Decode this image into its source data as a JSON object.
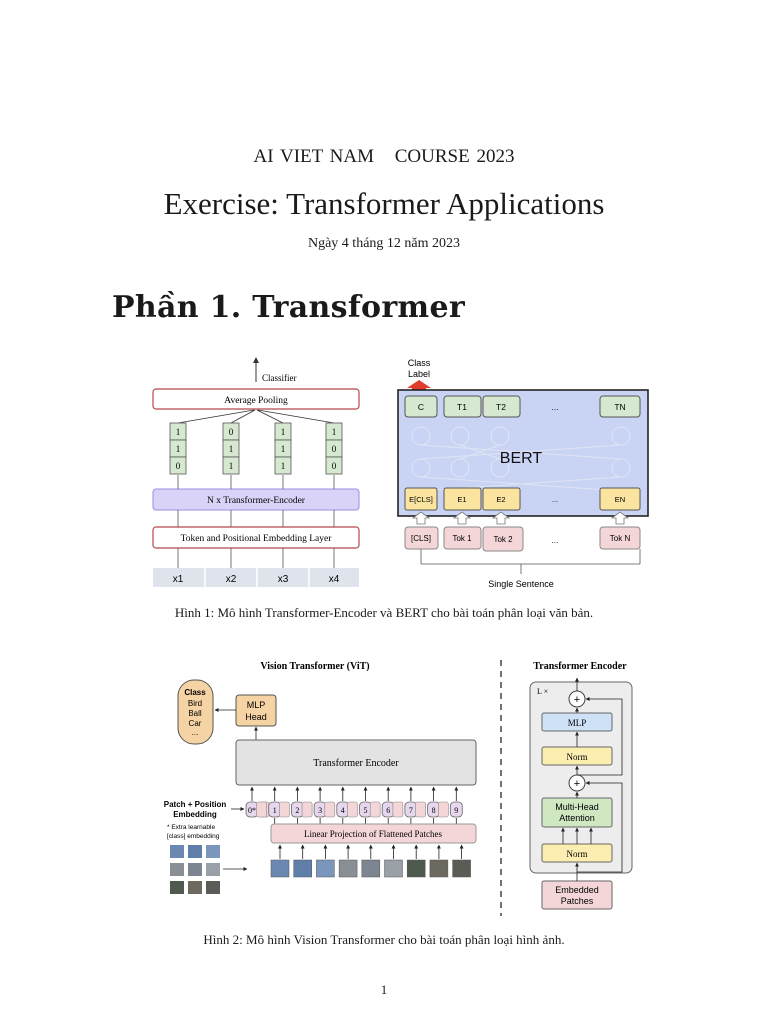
{
  "header": {
    "org": "AI VIET NAM",
    "course": "COURSE 2023",
    "title": "Exercise: Transformer Applications",
    "date": "Ngày 4 tháng 12 năm 2023"
  },
  "section": {
    "heading": "Phần 1. Transformer"
  },
  "figure1": {
    "left_panel": {
      "classifier_label": "Classifier",
      "pooling_label": "Average Pooling",
      "columns": [
        [
          "1",
          "1",
          "0"
        ],
        [
          "0",
          "1",
          "1"
        ],
        [
          "1",
          "1",
          "1"
        ],
        [
          "1",
          "0",
          "0"
        ]
      ],
      "encoder_label": "N x Transformer-Encoder",
      "embedding_label": "Token and Positional Embedding Layer",
      "inputs": [
        "x1",
        "x2",
        "x3",
        "x4"
      ]
    },
    "right_panel": {
      "class_label_line1": "Class",
      "class_label_line2": "Label",
      "top_tokens": [
        "C",
        "T1",
        "T2",
        "...",
        "TN"
      ],
      "model_label": "BERT",
      "embeddings": [
        "E[CLS]",
        "E1",
        "E2",
        "...",
        "EN"
      ],
      "tokens": [
        "[CLS]",
        "Tok 1",
        "Tok 2",
        "...",
        "Tok N"
      ],
      "sentence_label": "Single Sentence"
    },
    "caption": "Hình 1: Mô hình Transformer-Encoder và BERT cho bài toán phân loại văn bản."
  },
  "figure2": {
    "vit_title": "Vision Transformer (ViT)",
    "class_box": {
      "title": "Class",
      "items": [
        "Bird",
        "Ball",
        "Car",
        "..."
      ]
    },
    "mlp_head": [
      "MLP",
      "Head"
    ],
    "encoder_label": "Transformer Encoder",
    "patch_embed_label": [
      "Patch + Position",
      "Embedding"
    ],
    "extra_note": [
      "* Extra learnable",
      "[class] embedding"
    ],
    "position_ids": [
      "0*",
      "1",
      "2",
      "3",
      "4",
      "5",
      "6",
      "7",
      "8",
      "9"
    ],
    "projection_label": "Linear Projection of Flattened Patches",
    "encoder_block": {
      "title": "Transformer Encoder",
      "repeat": "L ×",
      "mlp": "MLP",
      "norm": "Norm",
      "attention": [
        "Multi-Head",
        "Attention"
      ],
      "norm2": "Norm",
      "embedded": [
        "Embedded",
        "Patches"
      ],
      "plus": "+"
    },
    "caption": "Hình 2: Mô hình Vision Transformer cho bài toán phân loại hình ảnh."
  },
  "page_number": "1",
  "colors": {
    "bert_box": "#c9d4f5",
    "token_green": "#d6e8cf",
    "embed_yellow": "#fbe3a0",
    "token_pink": "#f4d6d8",
    "encoder_purple": "#d9d3f7",
    "arrow_red": "#e03c2c",
    "vit_gray": "#e3e3e3",
    "class_orange": "#f5d3a4",
    "mlp_blue": "#cfe1f7",
    "attn_green": "#cfe8c2",
    "norm_yellow": "#fbeeb0"
  }
}
